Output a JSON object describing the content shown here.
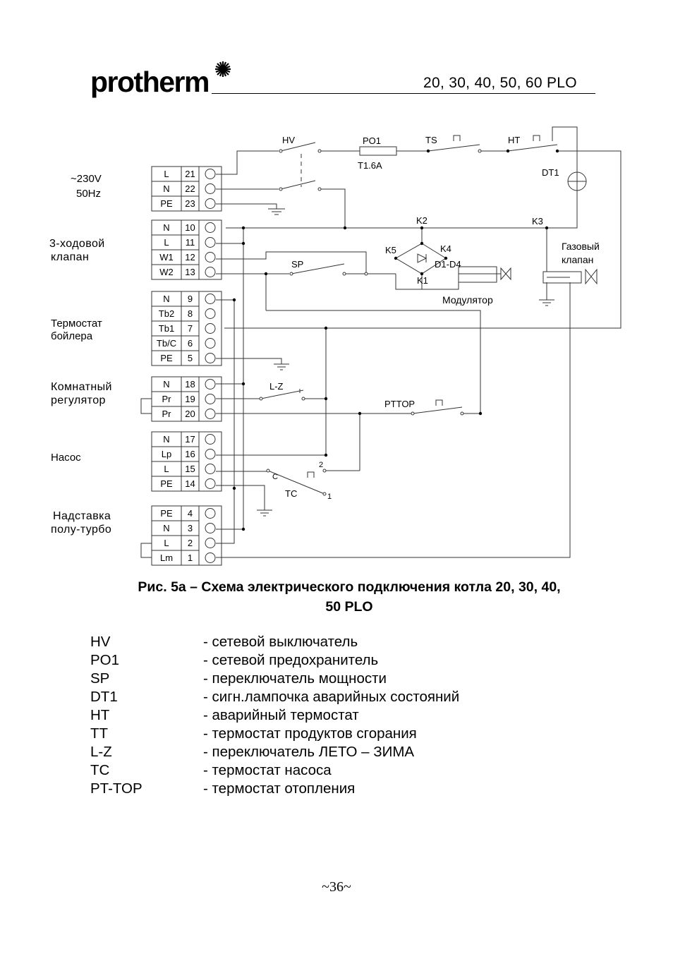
{
  "header": {
    "logo": "protherm",
    "models": "20, 30, 40, 50, 60  PLO"
  },
  "diagram": {
    "blocks": [
      {
        "label": [
          "~230V",
          "50Hz"
        ],
        "terminals": [
          {
            "name": "L",
            "num": "21"
          },
          {
            "name": "N",
            "num": "22"
          },
          {
            "name": "PE",
            "num": "23"
          }
        ]
      },
      {
        "label": [
          "3-ходовой",
          "клапан"
        ],
        "terminals": [
          {
            "name": "N",
            "num": "10"
          },
          {
            "name": "L",
            "num": "11"
          },
          {
            "name": "W1",
            "num": "12"
          },
          {
            "name": "W2",
            "num": "13"
          }
        ]
      },
      {
        "label": [
          "Термостат",
          "бойлера"
        ],
        "terminals": [
          {
            "name": "N",
            "num": "9"
          },
          {
            "name": "Tb2",
            "num": "8"
          },
          {
            "name": "Tb1",
            "num": "7"
          },
          {
            "name": "Tb/C",
            "num": "6"
          },
          {
            "name": "PE",
            "num": "5"
          }
        ]
      },
      {
        "label": [
          "Комнатный",
          "регулятор"
        ],
        "terminals": [
          {
            "name": "N",
            "num": "18"
          },
          {
            "name": "Pr",
            "num": "19"
          },
          {
            "name": "Pr",
            "num": "20"
          }
        ]
      },
      {
        "label": [
          "Насос"
        ],
        "terminals": [
          {
            "name": "N",
            "num": "17"
          },
          {
            "name": "Lp",
            "num": "16"
          },
          {
            "name": "L",
            "num": "15"
          },
          {
            "name": "PE",
            "num": "14"
          }
        ]
      },
      {
        "label": [
          "Надставка",
          "полу-турбо"
        ],
        "terminals": [
          {
            "name": "PE",
            "num": "4"
          },
          {
            "name": "N",
            "num": "3"
          },
          {
            "name": "L",
            "num": "2"
          },
          {
            "name": "Lm",
            "num": "1"
          }
        ]
      }
    ],
    "components": {
      "hv": "HV",
      "po1": "PO1",
      "fuse": "T1.6A",
      "ts": "TS",
      "ht": "HT",
      "dt1": "DT1",
      "k2": "K2",
      "k3": "K3",
      "k4": "K4",
      "k5": "K5",
      "k1": "K1",
      "d1d4": "D1-D4",
      "sp": "SP",
      "modulator": "Модулятор",
      "gas_valve": [
        "Газовый",
        "клапан"
      ],
      "lz": "L-Z",
      "pttop": "PTTOP",
      "tc": "TC",
      "tc_c": "C",
      "tc_1": "1",
      "tc_2": "2"
    }
  },
  "caption": [
    "Рис. 5а – Схема электрического подключения котла  20, 30, 40,",
    "50 PLO"
  ],
  "legend": [
    {
      "abbr": "HV",
      "desc": "- сетевой выключатель"
    },
    {
      "abbr": "PO1",
      "desc": "- сетевой предохранитель"
    },
    {
      "abbr": "SP",
      "desc": "- переключатель мощности"
    },
    {
      "abbr": "DT1",
      "desc": "- сигн.лампочка аварийных состояний"
    },
    {
      "abbr": "HT",
      "desc": "- аварийный термостат"
    },
    {
      "abbr": "TT",
      "desc": "- термостат продуктов сгорания"
    },
    {
      "abbr": "L-Z",
      "desc": "- переключатель ЛЕТО – ЗИМА"
    },
    {
      "abbr": "TC",
      "desc": "- термостат насоса"
    },
    {
      "abbr": "PT-TOP",
      "desc": "- термостат отопления"
    }
  ],
  "page_number": "~36~"
}
